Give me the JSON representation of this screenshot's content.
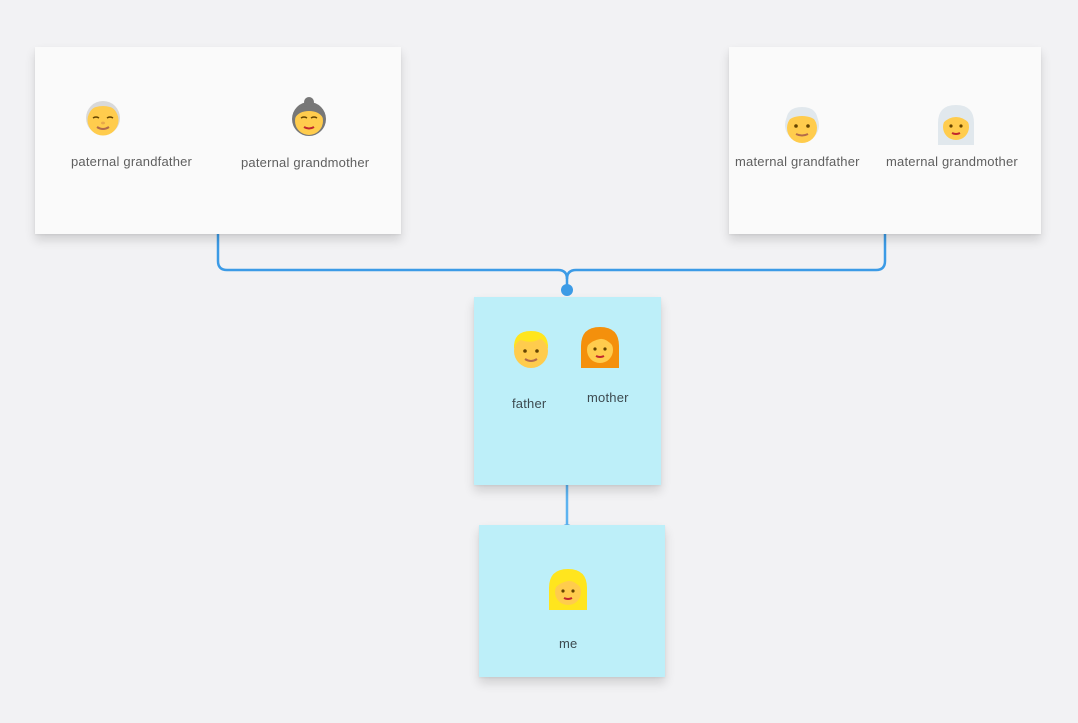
{
  "diagram": {
    "paternal_grandparents": {
      "grandfather": {
        "label": "paternal grandfather",
        "icon": "old-man-icon"
      },
      "grandmother": {
        "label": "paternal grandmother",
        "icon": "old-woman-icon"
      }
    },
    "maternal_grandparents": {
      "grandfather": {
        "label": "maternal grandfather",
        "icon": "white-haired-man-icon"
      },
      "grandmother": {
        "label": "maternal grandmother",
        "icon": "white-haired-woman-icon"
      }
    },
    "parents": {
      "father": {
        "label": "father",
        "icon": "blond-man-icon"
      },
      "mother": {
        "label": "mother",
        "icon": "red-haired-woman-icon"
      }
    },
    "child": {
      "me": {
        "label": "me",
        "icon": "blond-woman-icon"
      }
    },
    "colors": {
      "canvas": "#f2f2f4",
      "grandparent_card": "#fafafa",
      "family_card": "#bdeff9",
      "connector": "#3c9be6",
      "connector_light": "#5db3f0",
      "skin": "#ffcc4d"
    }
  }
}
